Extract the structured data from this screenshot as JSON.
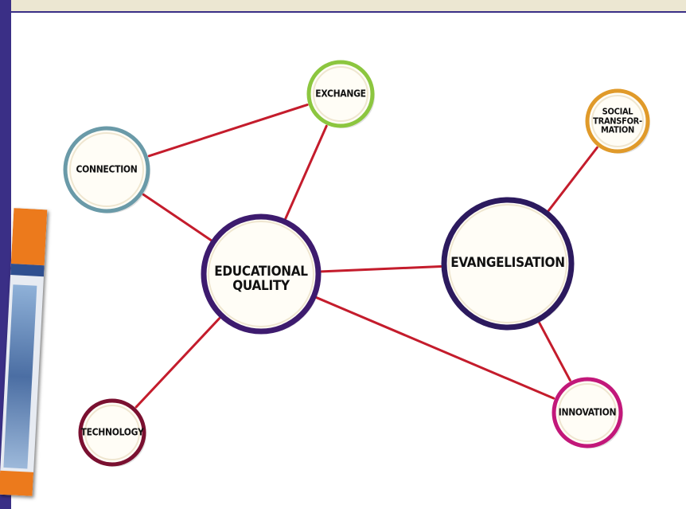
{
  "colors": {
    "frame": "#3a2f86",
    "banner": "#ece7d2",
    "edge": "#c41c2c",
    "booklet_accent": "#ec7a1c"
  },
  "diagram": {
    "nodes": [
      {
        "id": "exchange",
        "label": "EXCHANGE",
        "ring_color": "#8cc63f"
      },
      {
        "id": "connection",
        "label": "CONNECTION",
        "ring_color": "#6a9aa8"
      },
      {
        "id": "educational_quality",
        "label": "EDUCATIONAL QUALITY",
        "ring_color": "#3d1b6e"
      },
      {
        "id": "evangelisation",
        "label": "EVANGELISATION",
        "ring_color": "#2c1a5e"
      },
      {
        "id": "social_transformation",
        "label": "SOCIAL TRANSFOR-MATION",
        "ring_color": "#e09a2a"
      },
      {
        "id": "technology",
        "label": "TECHNOLOGY",
        "ring_color": "#7a1030"
      },
      {
        "id": "innovation",
        "label": "INNOVATION",
        "ring_color": "#c2187a"
      }
    ],
    "edges": [
      [
        "connection",
        "exchange"
      ],
      [
        "exchange",
        "educational_quality"
      ],
      [
        "connection",
        "educational_quality"
      ],
      [
        "educational_quality",
        "evangelisation"
      ],
      [
        "evangelisation",
        "social_transformation"
      ],
      [
        "educational_quality",
        "technology"
      ],
      [
        "educational_quality",
        "innovation"
      ],
      [
        "evangelisation",
        "innovation"
      ]
    ]
  }
}
